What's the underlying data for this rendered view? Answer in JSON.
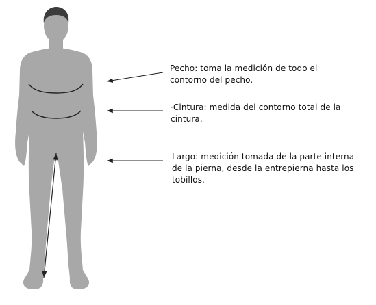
{
  "annotations": {
    "chest": "Pecho: toma la medición de todo el contorno del pecho.",
    "waist": "·Cintura: medida del contorno total de la cintura.",
    "length": "Largo: medición tomada de la parte interna de la pierna, desde la entrepierna hasta los tobillos."
  },
  "colors": {
    "silhouette": "#a8a8a8",
    "hair": "#3c3c3c",
    "line": "#222222",
    "background": "#ffffff"
  }
}
